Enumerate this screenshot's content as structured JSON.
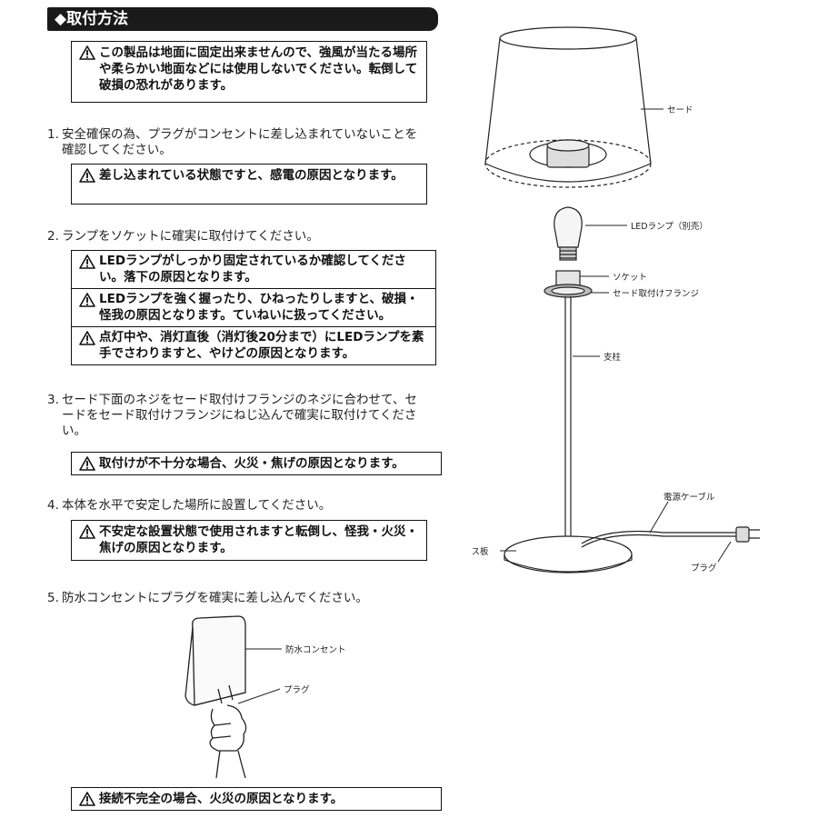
{
  "header": {
    "title": "◆取付方法"
  },
  "intro_warning": "この製品は地面に固定出来ませんので、強風が当たる場所や柔らかい地面などには使用しないでください。転倒して破損の恐れがあります。",
  "steps": [
    {
      "num": "1.",
      "text": "安全確保の為、プラグがコンセントに差し込まれていないことを確認してください。",
      "warnings": [
        "差し込まれている状態ですと、感電の原因となります。"
      ]
    },
    {
      "num": "2.",
      "text": "ランプをソケットに確実に取付けてください。",
      "warnings": [
        "LEDランプがしっかり固定されているか確認してください。落下の原因となります。",
        "LEDランプを強く握ったり、ひねったりしますと、破損・怪我の原因となります。ていねいに扱ってください。",
        "点灯中や、消灯直後（消灯後20分まで）にLEDランプを素手でさわりますと、やけどの原因となります。"
      ]
    },
    {
      "num": "3.",
      "text": "セード下面のネジをセード取付けフランジのネジに合わせて、セードをセード取付けフランジにねじ込んで確実に取付けてください。",
      "warnings": [
        "取付けが不十分な場合、火災・焦げの原因となります。"
      ]
    },
    {
      "num": "4.",
      "text": "本体を水平で安定した場所に設置してください。",
      "warnings": [
        "不安定な設置状態で使用されますと転倒し、怪我・火災・焦げの原因となります。"
      ]
    },
    {
      "num": "5.",
      "text": "防水コンセントにプラグを確実に差し込んでください。",
      "warnings": [
        "接続不完全の場合、火災の原因となります。"
      ]
    }
  ],
  "lamp_labels": {
    "shade": "セード",
    "led_lamp": "LEDランプ（別売）",
    "socket": "ソケット",
    "flange": "セード取付けフランジ",
    "pole": "支柱",
    "cable": "電源ケーブル",
    "base": "ベース板",
    "plug": "プラグ"
  },
  "outlet_labels": {
    "outlet": "防水コンセント",
    "plug": "プラグ"
  },
  "icons": {
    "warning": "warning-triangle-icon"
  }
}
